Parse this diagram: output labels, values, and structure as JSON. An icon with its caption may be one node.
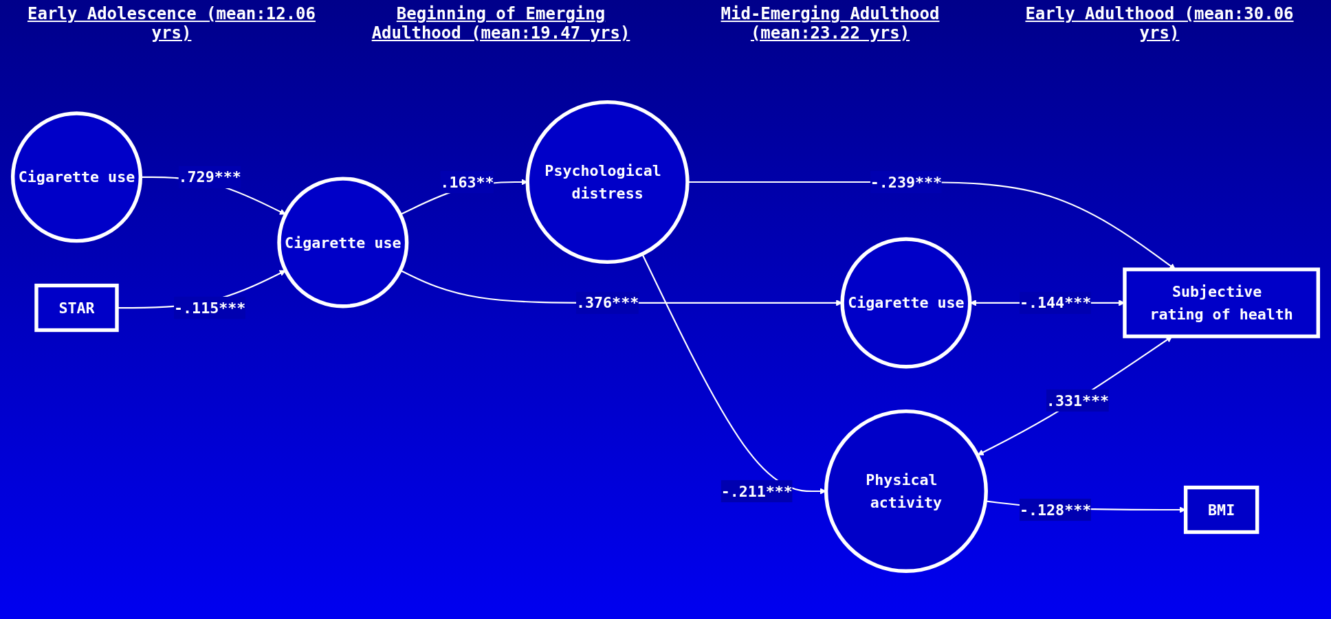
{
  "diagram": {
    "nodes": [
      {
        "text": [
          "Cigarette use"
        ]
      },
      {
        "text": [
          "Cigarette use"
        ]
      },
      {
        "text": [
          "STAR"
        ]
      },
      {
        "text": [
          "Cigarette use"
        ]
      },
      {
        "text": [
          "Psychological distress"
        ]
      },
      {
        "text": [
          "Physical activity"
        ]
      },
      {
        "text": [
          "Subjective rating of health"
        ]
      },
      {
        "text": [
          "BMI"
        ]
      }
    ],
    "edges": [
      {
        "from": 0,
        "to": 1,
        "arrow": "to",
        "label": ".729***"
      },
      {
        "from": 1,
        "to": 3,
        "arrow": "to",
        "label": ".376***"
      },
      {
        "from": 1,
        "to": 4,
        "arrow": "to",
        "label": ".163**"
      },
      {
        "from": 2,
        "to": 1,
        "arrow": "to",
        "label": "-.115***"
      },
      {
        "from": 4,
        "to": 5,
        "arrow": "to",
        "label": "-.211***"
      },
      {
        "from": 4,
        "to": 6,
        "arrow": "to",
        "label": "-.239***"
      },
      {
        "from": 5,
        "to": 7,
        "arrow": "to",
        "label": "-.128***"
      },
      {
        "from": 3,
        "to": 6,
        "arrow": "both",
        "label": "-.144***"
      },
      {
        "from": 5,
        "to": 6,
        "arrow": "both",
        "label": ".331***"
      }
    ],
    "labels": [
      "Early Adolescence (mean:12.06 yrs)",
      "Beginning of Emerging Adulthood (mean:19.47 yrs)",
      "Mid-Emerging Adulthood (mean:23.22 yrs)",
      "Early Adulthood (mean:30.06 yrs)"
    ]
  }
}
